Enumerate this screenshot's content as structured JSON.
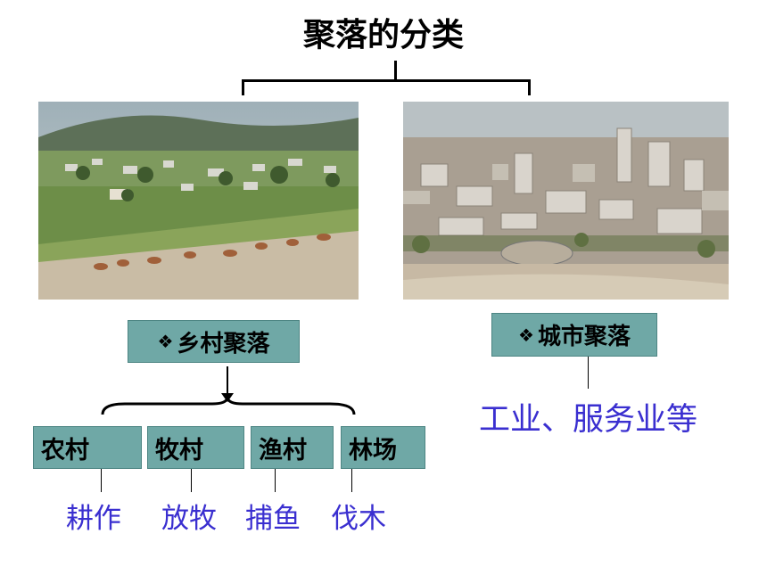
{
  "title": "聚落的分类",
  "rural": {
    "label": "乡村聚落",
    "bullet": "❖",
    "types": [
      {
        "label": "农村",
        "activity": "耕作"
      },
      {
        "label": "牧村",
        "activity": "放牧"
      },
      {
        "label": "渔村",
        "activity": "捕鱼"
      },
      {
        "label": "林场",
        "activity": "伐木"
      }
    ]
  },
  "urban": {
    "label": "城市聚落",
    "bullet": "❖",
    "activity": "工业、服务业等"
  },
  "colors": {
    "box": "#6fa8a6",
    "accent_text": "#3a2fd0"
  }
}
